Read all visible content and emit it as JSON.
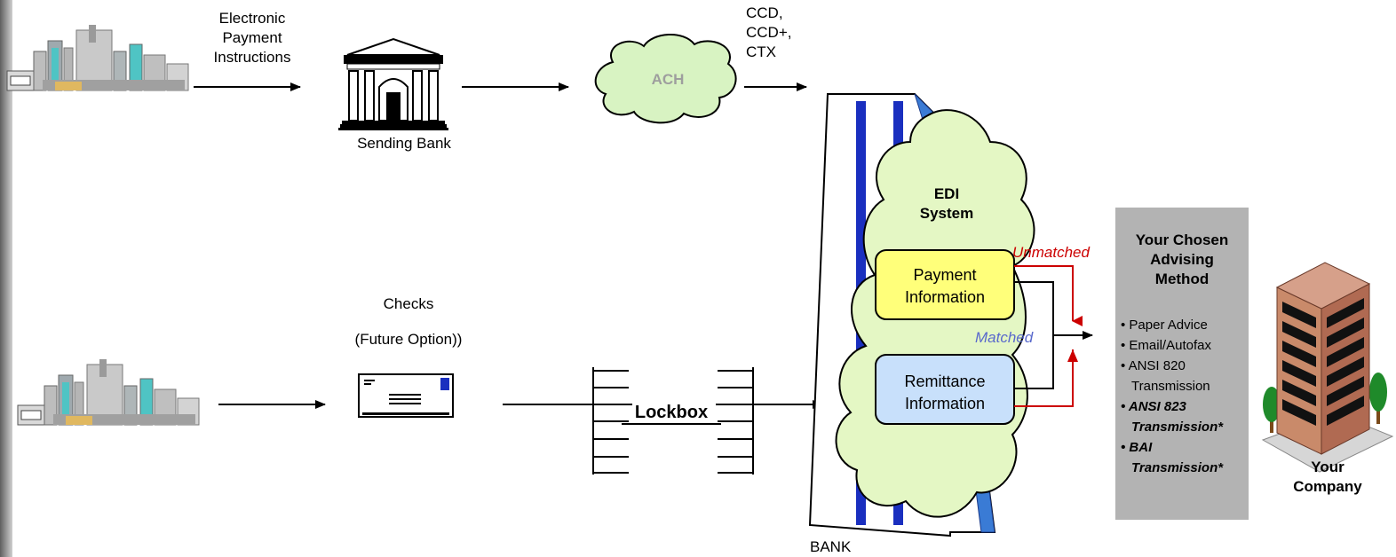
{
  "top_flow": {
    "instructions_label": [
      "Electronic",
      "Payment",
      "Instructions"
    ],
    "sending_bank_label": "Sending Bank",
    "ach_label": "ACH",
    "ach_formats": [
      "CCD,",
      "CCD+,",
      "CTX"
    ]
  },
  "bottom_flow": {
    "checks_label": "Checks",
    "future_option_label": "(Future Option))",
    "lockbox_label": "Lockbox"
  },
  "bank": {
    "label": "BANK",
    "edi_title": [
      "EDI",
      "System"
    ],
    "payment_box": [
      "Payment",
      "Information"
    ],
    "remittance_box": [
      "Remittance",
      "Information"
    ],
    "unmatched_label": "Unmatched",
    "matched_label": "Matched"
  },
  "advising": {
    "title": [
      "Your Chosen",
      "Advising",
      "Method"
    ],
    "items": [
      "• Paper Advice",
      "• Email/Autofax",
      "• ANSI 820",
      "Transmission"
    ],
    "bold_items": [
      "• ANSI 823",
      "Transmission*",
      "• BAI",
      "Transmission*"
    ]
  },
  "company": {
    "label": [
      "Your",
      "Company"
    ]
  },
  "colors": {
    "cloud_green": "#e4f7c4",
    "ach_cloud": "#d8f3c2",
    "payment_yellow": "#ffff7a",
    "remittance_blue": "#c8e0fb",
    "bank_stripe": "#1a2fbf",
    "unmatched_red": "#cc0000",
    "matched_blue": "#5a6acc",
    "panel_gray": "#b3b3b3"
  }
}
